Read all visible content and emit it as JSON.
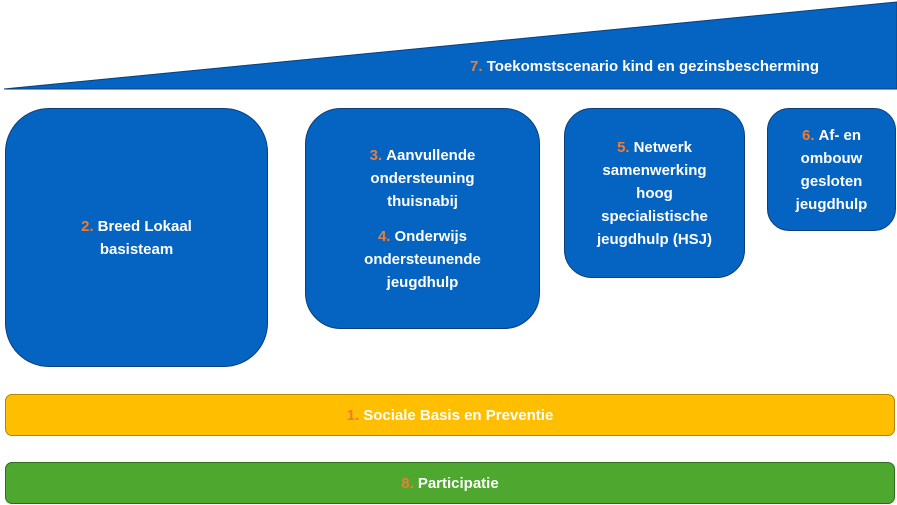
{
  "colors": {
    "blue": "#0563c1",
    "orange_number": "#ee7d31",
    "yellow_bar": "#ffbf00",
    "green_bar": "#4ea72e"
  },
  "wedge": {
    "number": "7.",
    "label": "Toekomstscenario kind en gezinsbescherming"
  },
  "boxes": [
    {
      "number": "2.",
      "lines": [
        "Breed Lokaal",
        "basisteam"
      ]
    },
    {
      "number": "3.",
      "lines": [
        "Aanvullende",
        "ondersteuning",
        "thuisnabij"
      ],
      "number2": "4.",
      "lines2": [
        "Onderwijs",
        "ondersteunende",
        "jeugdhulp"
      ]
    },
    {
      "number": "5.",
      "lines": [
        "Netwerk",
        "samenwerking",
        "hoog",
        "specialistische",
        "jeugdhulp (HSJ)"
      ]
    },
    {
      "number": "6.",
      "lines": [
        "Af- en",
        "ombouw",
        "gesloten",
        "jeugdhulp"
      ]
    }
  ],
  "bars": [
    {
      "number": "1.",
      "label": "Sociale Basis en Preventie"
    },
    {
      "number": "8.",
      "label": "Participatie"
    }
  ]
}
